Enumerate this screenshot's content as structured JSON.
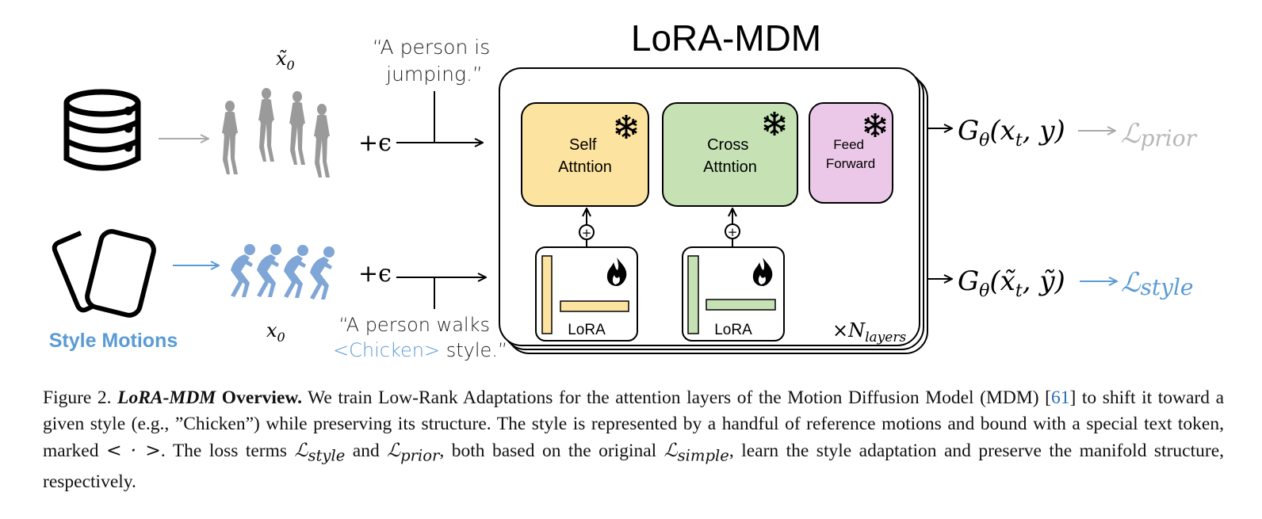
{
  "diagram": {
    "title": "LoRA-MDM",
    "dataset_label_top": "x̃",
    "dataset_label_top_sub": "0",
    "dataset_label_bottom": "x",
    "dataset_label_bottom_sub": "0",
    "noise": "+ϵ",
    "prompt_top": [
      "“A person is",
      "jumping.”"
    ],
    "prompt_bottom_line1": "“A person walks",
    "prompt_bottom_token": "<Chicken>",
    "prompt_bottom_rest": " style.”",
    "style_motions_label": "Style Motions",
    "self_attention": [
      "Self",
      "Attntion"
    ],
    "cross_attention": [
      "Cross",
      "Attntion"
    ],
    "feed_forward": [
      "Feed",
      "Forward"
    ],
    "lora_label": "LoRA",
    "layers_label": "×N",
    "layers_sub": "layers",
    "plus_symbol": "+",
    "output_top": "G",
    "output_top_sub": "θ",
    "output_top_args": "(x",
    "output_top_args_sub": "t",
    "output_top_args_end": ", y)",
    "output_bottom": "G",
    "output_bottom_sub": "θ",
    "output_bottom_args": "(x̃",
    "output_bottom_args_sub": "t",
    "output_bottom_args_end": ", ỹ)",
    "loss_prior": "ℒ",
    "loss_prior_sub": "prior",
    "loss_style": "ℒ",
    "loss_style_sub": "style",
    "colors": {
      "self_attention": "#fde3a0",
      "cross_attention": "#c6e2b5",
      "feed_forward": "#ecc8e8",
      "style_blue": "#5b9bd5",
      "prior_gray": "#b8b8b8",
      "figure_gray": "#9a9a9a",
      "figure_blue": "#7fa6d6"
    },
    "icons": [
      "database-icon",
      "motion-cards-icon",
      "snowflake-icon",
      "fire-icon",
      "human-figure-icon"
    ]
  },
  "caption": {
    "figure_label": "Figure 2.",
    "title_italic": "LoRA-MDM",
    "title_rest": "Overview.",
    "text_1": "We train Low-Rank Adaptations for the attention layers of the Motion Diffusion Model (MDM) [",
    "ref": "61",
    "text_2": "] to shift it toward a given style (e.g., ”Chicken”) while preserving its structure. The style is represented by a handful of reference motions and bound with a special text token, marked ",
    "token_symbol": "< · >",
    "text_3": ". The loss terms ",
    "loss_style": "ℒ",
    "loss_style_sub": "style",
    "text_4": " and ",
    "loss_prior": "ℒ",
    "loss_prior_sub": "prior",
    "text_5": ", both based on the original ",
    "loss_simple": "ℒ",
    "loss_simple_sub": "simple",
    "text_6": ", learn the style adaptation and preserve the manifold structure, respectively."
  }
}
